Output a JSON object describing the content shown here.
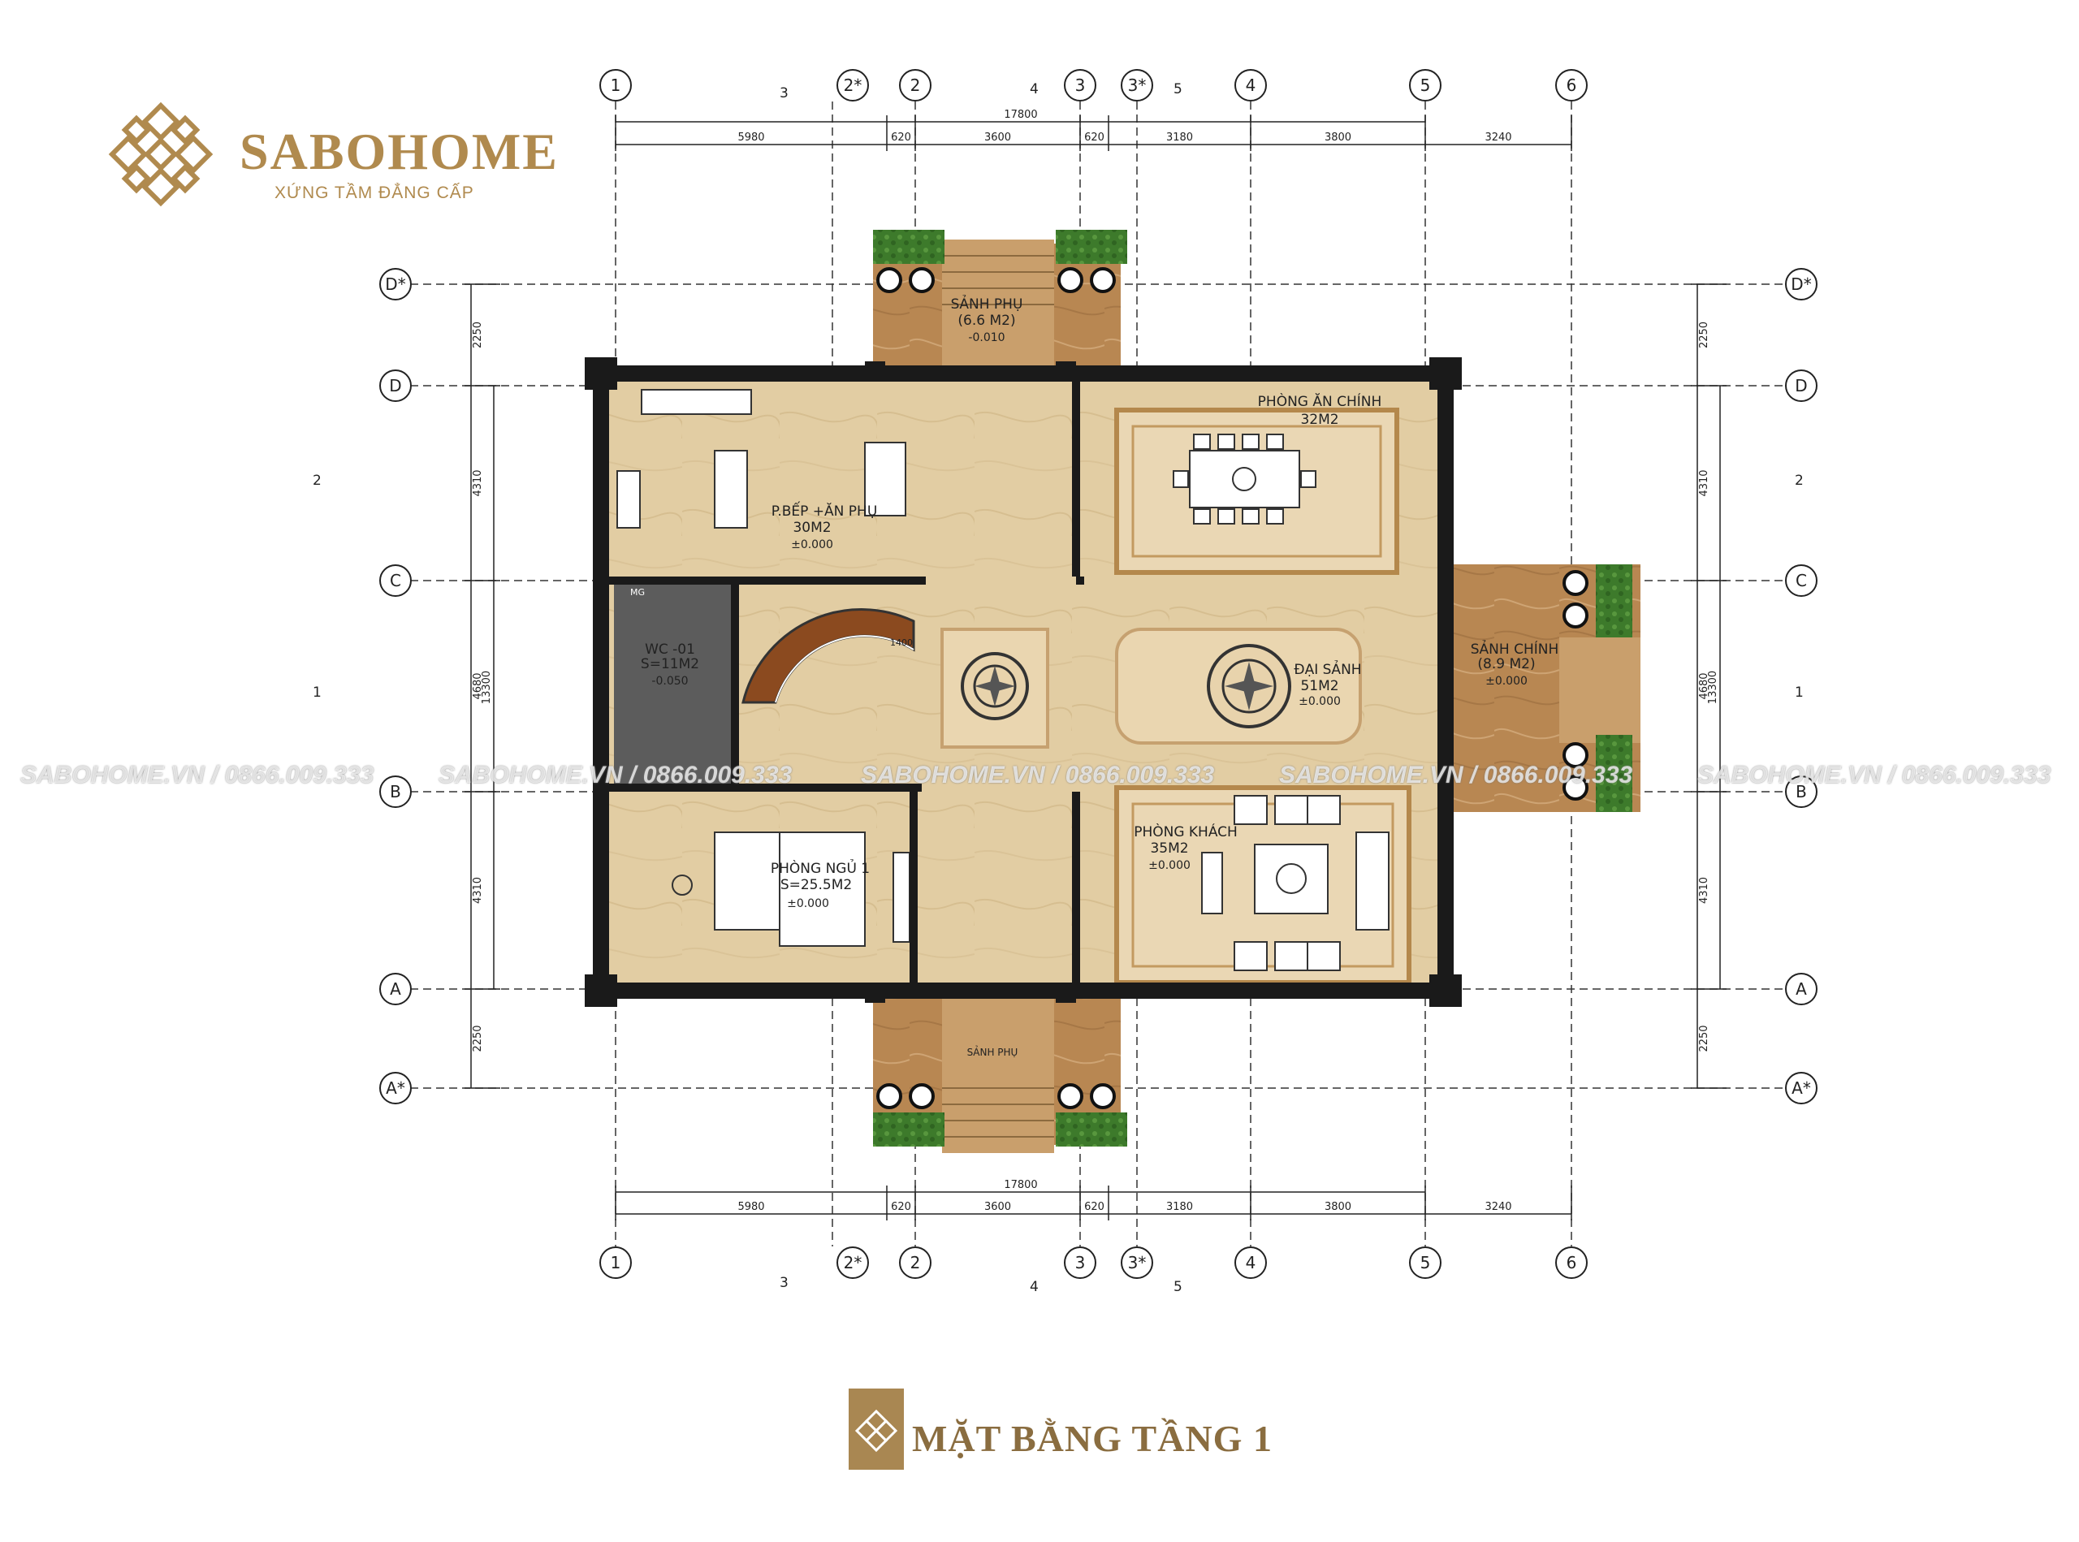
{
  "brand": {
    "name": "SABOHOME",
    "tagline": "XỨNG TẦM ĐẲNG CẤP"
  },
  "title": "MẶT BẰNG TẦNG 1",
  "watermark": "SABOHOME.VN / 0866.009.333",
  "colors": {
    "brand": "#b08a4e",
    "marble": "#e4cfa6",
    "stone": "#b98a52",
    "grass": "#3f7a2c",
    "wc": "#5a5a5a",
    "wall": "#1a1a1a"
  },
  "grid": {
    "columns": [
      "1",
      "2*",
      "2",
      "3",
      "3*",
      "4",
      "5",
      "6"
    ],
    "rows": [
      "D*",
      "D",
      "C",
      "B",
      "A",
      "A*"
    ],
    "sections": [
      "3",
      "4",
      "5",
      "2",
      "1"
    ],
    "top_dims": [
      "5980",
      "620",
      "3600",
      "620",
      "3180",
      "3800",
      "3240"
    ],
    "overall_width": "17800",
    "side_dims": [
      "2250",
      "4310",
      "4680",
      "4310",
      "2250"
    ],
    "overall_height": "13300"
  },
  "rooms": {
    "sanh_phu_top": {
      "name": "SẢNH PHỤ",
      "area": "(6.6 M2)",
      "level": "-0.010"
    },
    "phong_an": {
      "name": "PHÒNG ĂN CHÍNH",
      "area": "32M2"
    },
    "bep": {
      "name": "P.BẾP +ĂN PHỤ",
      "area": "30M2",
      "level": "±0.000"
    },
    "wc": {
      "name": "WC -01",
      "area": "S=11M2",
      "level": "-0.050",
      "tag": "MG"
    },
    "dai_sanh": {
      "name": "ĐẠI SẢNH",
      "area": "51M2",
      "level": "±0.000"
    },
    "sanh_chinh": {
      "name": "SẢNH CHÍNH",
      "area": "(8.9 M2)",
      "level": "±0.000"
    },
    "phong_khach": {
      "name": "PHÒNG KHÁCH",
      "area": "35M2",
      "level": "±0.000"
    },
    "phong_ngu": {
      "name": "PHÒNG NGỦ 1",
      "area": "S=25.5M2",
      "level": "±0.000"
    },
    "sanh_phu_bottom": {
      "name": "SẢNH PHỤ"
    }
  },
  "stair_label": "1400"
}
